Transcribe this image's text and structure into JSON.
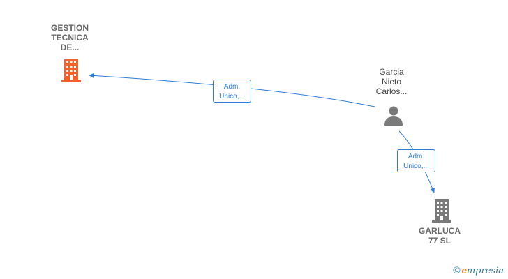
{
  "nodes": {
    "company_main": {
      "label": "GESTION\nTECNICA\nDE...",
      "icon": "building-icon",
      "color": "#f4622a"
    },
    "person": {
      "label": "Garcia\nNieto\nCarlos...",
      "icon": "person-icon",
      "color": "#7a7a7a"
    },
    "company_other": {
      "label": "GARLUCA\n77 SL",
      "icon": "building-icon",
      "color": "#7a7a7a"
    }
  },
  "edges": [
    {
      "from": "person",
      "to": "company_main",
      "label": "Adm.\nUnico,..."
    },
    {
      "from": "person",
      "to": "company_other",
      "label": "Adm.\nUnico,..."
    }
  ],
  "colors": {
    "edge": "#2f7bd8",
    "brand_accent": "#f08a1c",
    "brand_text": "#2a7b9b"
  },
  "brand": {
    "copyright": "©",
    "e": "e",
    "rest": "mpresia"
  }
}
